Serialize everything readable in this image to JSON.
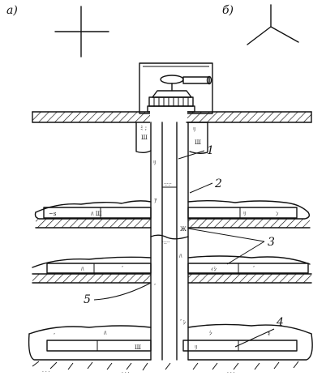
{
  "variants": {
    "a_label": "а)",
    "b_label": "б)"
  },
  "callouts": [
    "1",
    "2",
    "3",
    "4",
    "5"
  ]
}
